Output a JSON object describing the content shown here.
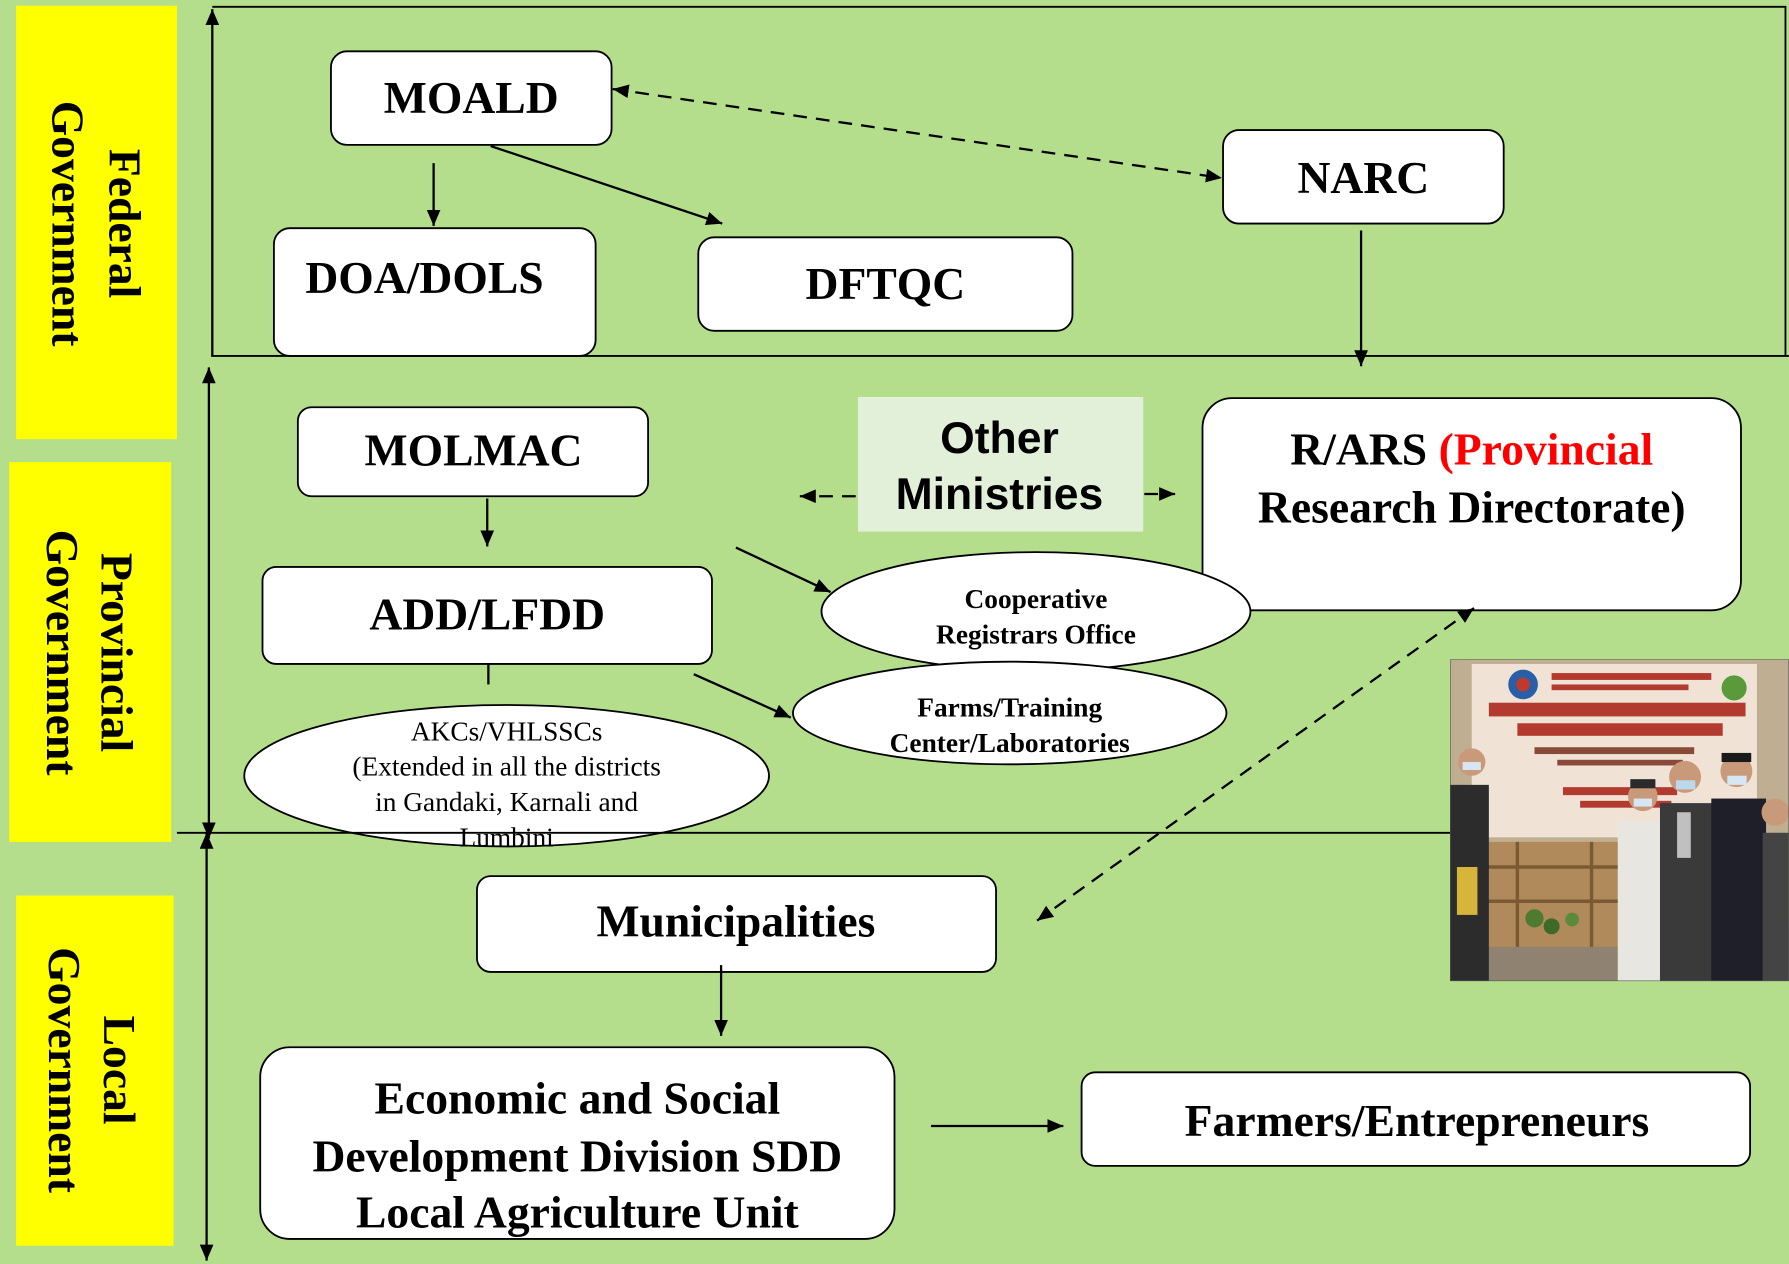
{
  "colors": {
    "background": "#b4de8c",
    "level_label": "#ffff00",
    "emphasis_red": "#ff0000",
    "other_ministries_fill": "#e2efd9"
  },
  "levels": {
    "federal": {
      "line1": "Federal",
      "line2": "Government"
    },
    "provincial": {
      "line1": "Provincial",
      "line2": "Government"
    },
    "local": {
      "line1": "Local",
      "line2": "Government"
    }
  },
  "federal": {
    "moald": "MOALD",
    "narc": "NARC",
    "doa_dols": "DOA/DOLS",
    "dftqc": "DFTQC"
  },
  "provincial": {
    "molmac": "MOLMAC",
    "other_ministries": {
      "line1": "Other",
      "line2": "Ministries"
    },
    "rars": {
      "name": "R/ARS",
      "line1_red": "(Provincial",
      "line2_red": "Research Directorate)"
    },
    "add_lfdd": "ADD/LFDD",
    "cooperative": {
      "line1": "Cooperative",
      "line2": "Registrars Office"
    },
    "farms": {
      "line1": "Farms/Training",
      "line2": "Center/Laboratories"
    },
    "akcs": {
      "line1": "AKCs/VHLSSCs",
      "line2": "(Extended in all the districts",
      "line3": "in Gandaki, Karnali and",
      "line4": "Lumbini"
    }
  },
  "local": {
    "municipalities": "Municipalities",
    "esdd": {
      "line1": "Economic and Social",
      "line2": "Development Division SDD",
      "line3_red": "Local Agriculture Unit"
    },
    "farmers": "Farmers/Entrepreneurs"
  },
  "photo": {
    "icon": "event-photo"
  }
}
